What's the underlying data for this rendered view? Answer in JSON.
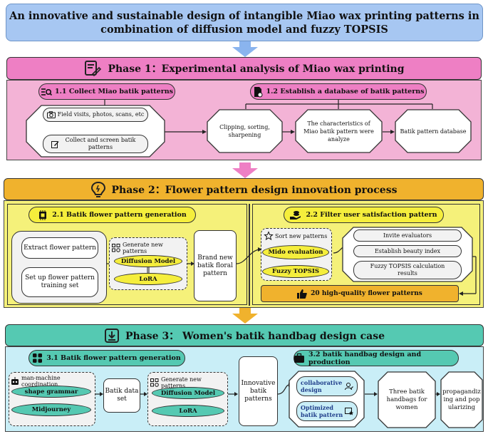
{
  "title": {
    "line1": "An innovative and sustainable design of intangible Miao wax printing patterns in",
    "line2": "combination of diffusion model and fuzzy TOPSIS"
  },
  "phase1": {
    "label": "Phase 1：Experimental analysis of Miao wax printing",
    "s11": "1.1 Collect Miao batik patterns",
    "s12": "1.2 Establish a database of batik patterns",
    "field": "Field visits, photos, scans, etc",
    "collect": "Collect and screen batik patterns",
    "clip": "Clipping, sorting, sharpening",
    "charac": "The characteristics of Miao batik pattern were analyze",
    "db": "Batik pattern database"
  },
  "phase2": {
    "label": "Phase 2：Flower pattern design innovation process",
    "s21": "2.1 Batik flower pattern generation",
    "s22": "2.2 Filter user satisfaction pattern",
    "extract": "Extract flower pattern",
    "trainset": "Set up flower pattern training set",
    "gen": "Generate new patterns",
    "diffusion": "Diffusion Model",
    "lora": "LoRA",
    "brand": "Brand new batik floral pattern",
    "sort": "Sort new patterns",
    "mido": "Mido evaluation",
    "fuzzy": "Fuzzy TOPSIS",
    "invite": "Invite evaluators",
    "beauty": "Establish beauty index",
    "calc": "Fuzzy TOPSIS calculation results",
    "hq": "20 high-quality flower patterns"
  },
  "phase3": {
    "label": "Phase 3：  Women's batik handbag design case",
    "s31": "3.1 Batik flower pattern generation",
    "s32": "3.2 batik handbag design and production",
    "mmc": "man-machine coordination",
    "shape": "shape grammar",
    "midj": "Midjourney",
    "dataset": "Batik data set",
    "gen": "Generate new patterns",
    "diffusion": "Diffusion Model",
    "lora": "LoRA",
    "innov": "Innovative batik patterns",
    "collab": "collaborative design",
    "optim": "Optimized batik pattern",
    "three": "Three batik handbags for women",
    "prop": "propagandizing and popularizing"
  },
  "colors": {
    "title": "#a7c7f2",
    "phase1": "#ee7fc4",
    "phase1bg": "#f3b3d6",
    "phase2": "#f0b22d",
    "phase2bg": "#f5f17a",
    "phase3": "#55c9b2",
    "phase3bg": "#c9eef7"
  }
}
